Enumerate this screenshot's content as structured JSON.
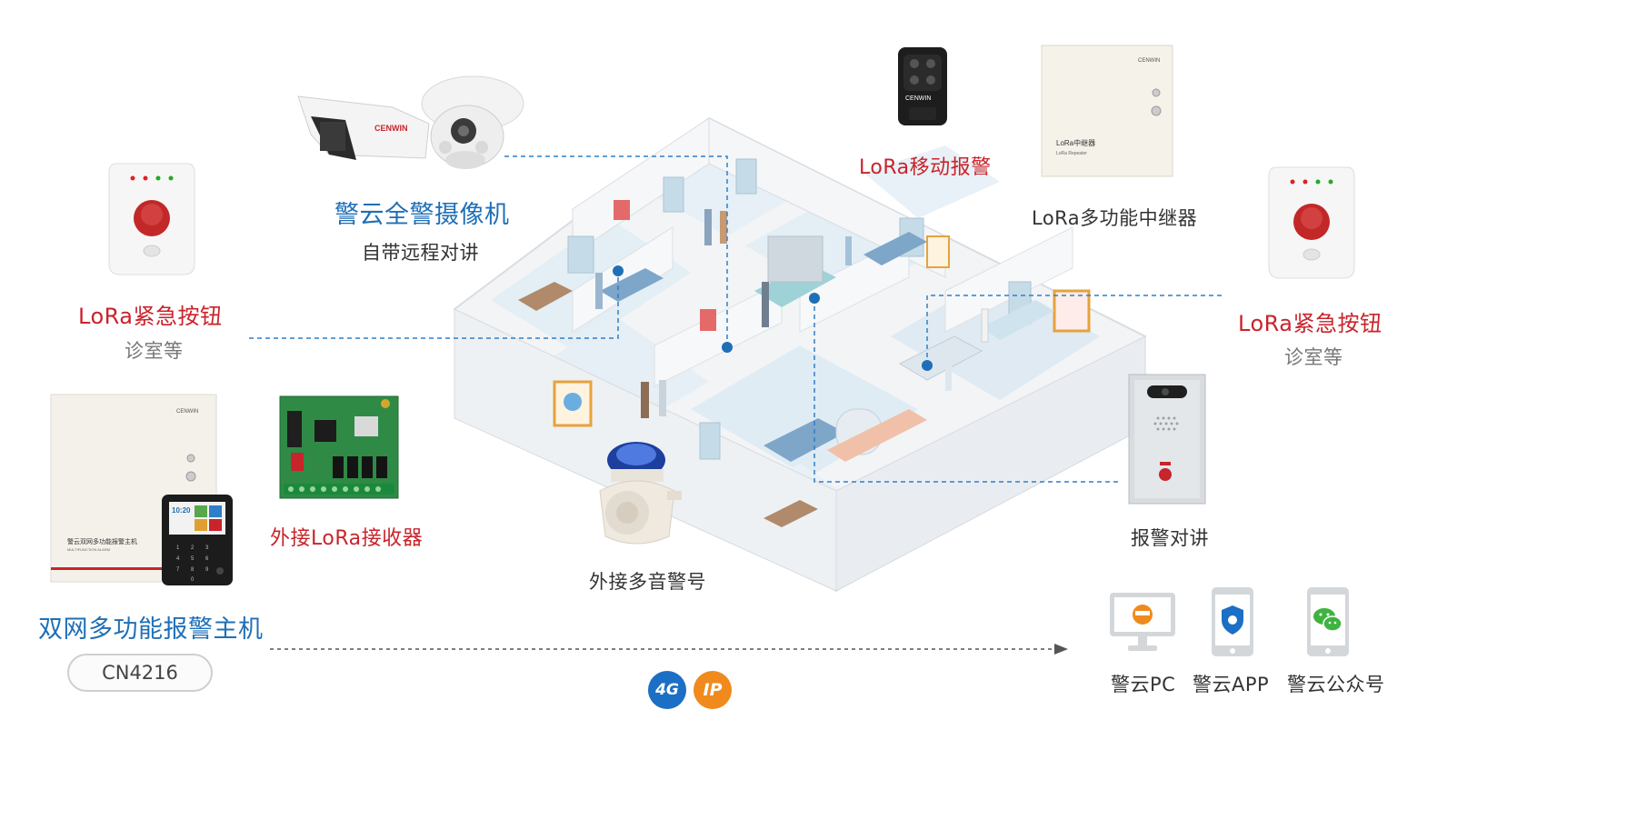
{
  "labels": {
    "camera_title": "警云全警摄像机",
    "camera_sub": "自带远程对讲",
    "remote_title": "LoRa移动报警",
    "repeater_title": "LoRa多功能中继器",
    "button_left_title": "LoRa紧急按钮",
    "button_left_sub": "诊室等",
    "button_right_title": "LoRa紧急按钮",
    "button_right_sub": "诊室等",
    "receiver_title": "外接LoRa接收器",
    "siren_title": "外接多音警号",
    "intercom_title": "报警对讲",
    "host_title": "双网多功能报警主机",
    "host_model": "CN4216"
  },
  "device_text": {
    "brand": "CENWIN",
    "repeater_label": "LoRa中继器",
    "repeater_sub": "LoRa Repeater",
    "host_panel_label": "警云双网多功能报警主机",
    "host_panel_sub": "MULTIFUNCTION ALARM",
    "keypad_time": "10:20"
  },
  "network": {
    "badge_4g": "4G",
    "badge_ip": "IP"
  },
  "clients": [
    {
      "name": "警云PC",
      "icon": "monitor-icon"
    },
    {
      "name": "警云APP",
      "icon": "phone-app-icon"
    },
    {
      "name": "警云公众号",
      "icon": "wechat-icon"
    }
  ],
  "colors": {
    "accent_blue": "#1f6fb7",
    "alarm_red": "#c8242b",
    "connector_blue": "#2f7fc8",
    "badge_4g": "#1b6fc4",
    "badge_ip": "#f08a1c",
    "wechat_green": "#3fb33f"
  }
}
